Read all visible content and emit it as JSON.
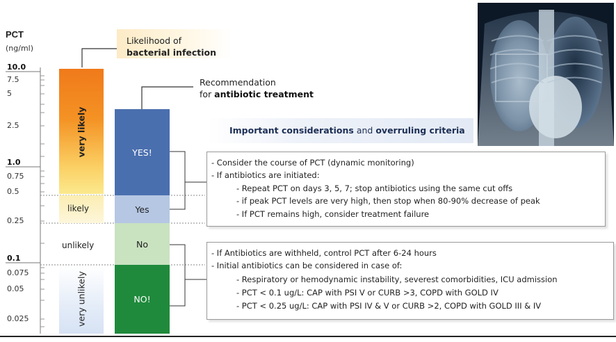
{
  "axis": {
    "title": "PCT",
    "unit": "(ng/ml)",
    "ticks": [
      {
        "label": "10.0",
        "bold": true
      },
      {
        "label": "7.5",
        "bold": false
      },
      {
        "label": "5",
        "bold": false
      },
      {
        "label": "2.5",
        "bold": false
      },
      {
        "label": "1.0",
        "bold": true
      },
      {
        "label": "0.75",
        "bold": false
      },
      {
        "label": "0.5",
        "bold": false
      },
      {
        "label": "0.25",
        "bold": false
      },
      {
        "label": "0.1",
        "bold": true
      },
      {
        "label": "0.075",
        "bold": false
      },
      {
        "label": "0.05",
        "bold": false
      },
      {
        "label": "0.025",
        "bold": false
      }
    ]
  },
  "likelihood": {
    "header_line1": "Likelihood of",
    "header_line2": "bacterial infection",
    "bands": {
      "very_likely": "very likely",
      "likely": "likely",
      "unlikely": "unlikely",
      "very_unlikely": "very unlikely"
    }
  },
  "recommendation": {
    "header_line1": "Recommendation",
    "header_line2_prefix": "for ",
    "header_line2_bold": "antibiotic treatment",
    "bands": {
      "yes_strong": "YES!",
      "yes": "Yes",
      "no": "No",
      "no_strong": "NO!"
    }
  },
  "considerations": {
    "title_bold1": "Important considerations",
    "title_mid": " and ",
    "title_bold2": "overruling criteria"
  },
  "box_upper": [
    "- Consider the course of PCT (dynamic monitoring)",
    "- If antibiotics are initiated:",
    "- Repeat PCT on days 3, 5, 7; stop antibiotics using the same cut offs",
    "- if peak PCT levels are very high, then stop when 80-90% decrease of peak",
    "- If PCT remains high, consider treatment failure"
  ],
  "box_lower": [
    "- If Antibiotics are withheld, control PCT after 6-24 hours",
    "- Initial antibiotics can be considered in case of:",
    "- Respiratory or hemodynamic instability, severest comorbidities, ICU admission",
    "- PCT < 0.1 ug/L: CAP with PSI V or CURB >3, COPD with GOLD IV",
    "- PCT < 0.25 ug/L: CAP with PSI IV & V or CURB >2, COPD with GOLD III & IV"
  ],
  "colors": {
    "yes_strong": "#4a6fae",
    "yes": "#b5c7e3",
    "no": "#c9e2c0",
    "no_strong": "#1f8a3c",
    "very_likely_top": "#f07a1a",
    "very_likely_bottom": "#fbe98e"
  },
  "image": {
    "name": "chest-xray"
  }
}
